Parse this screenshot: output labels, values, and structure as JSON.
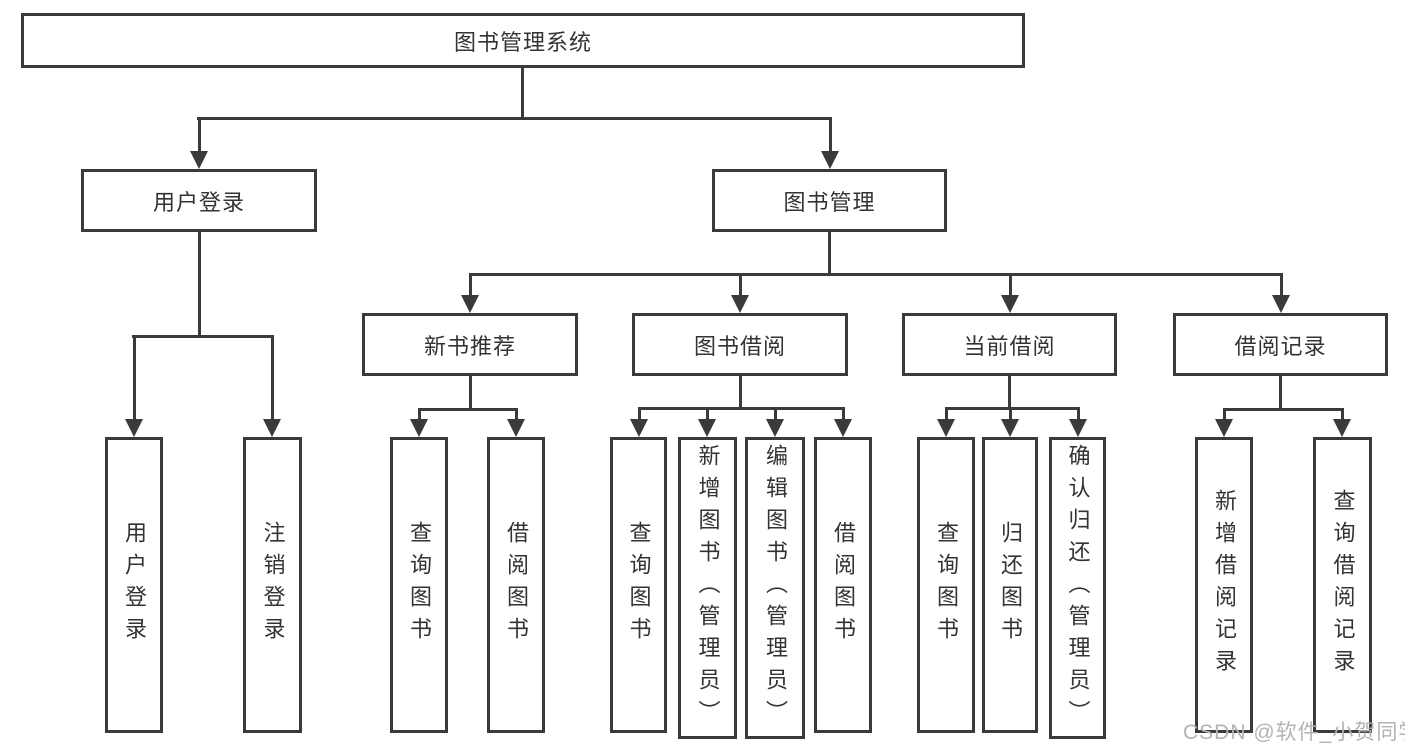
{
  "tree": {
    "root": "图书管理系统",
    "user_login": {
      "label": "用户登录",
      "children": [
        "用户登录",
        "注销登录"
      ]
    },
    "book_mgmt": {
      "label": "图书管理",
      "branches": {
        "new_books": {
          "label": "新书推荐",
          "children": [
            "查询图书",
            "借阅图书"
          ]
        },
        "book_borrow": {
          "label": "图书借阅",
          "children": [
            "查询图书",
            "新增图书（管理员）",
            "编辑图书（管理员）",
            "借阅图书"
          ]
        },
        "current_borrow": {
          "label": "当前借阅",
          "children": [
            "查询图书",
            "归还图书",
            "确认归还（管理员）"
          ]
        },
        "borrow_records": {
          "label": "借阅记录",
          "children": [
            "新增借阅记录",
            "查询借阅记录"
          ]
        }
      }
    }
  },
  "watermark": "CSDN @软件_小贺同学",
  "colors": {
    "line": "#3a3a3a",
    "text": "#333333",
    "background": "#ffffff",
    "watermark": "#b3b3b3"
  }
}
